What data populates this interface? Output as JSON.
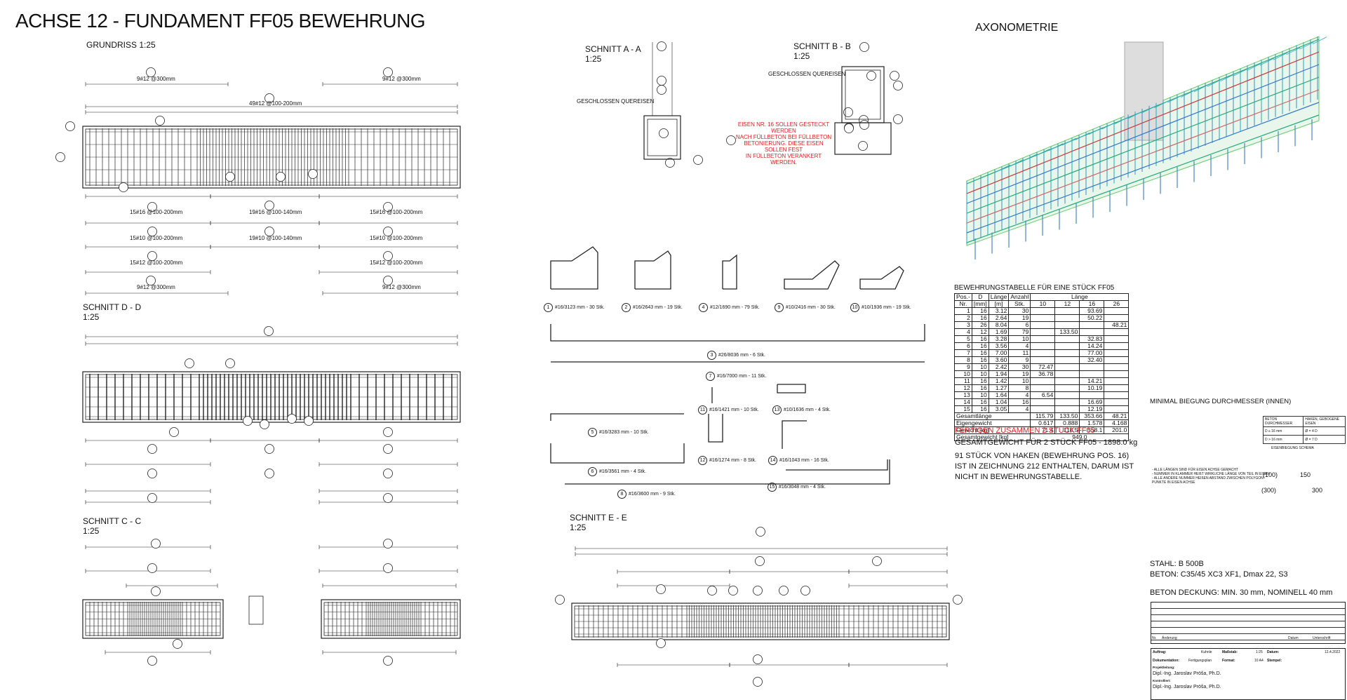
{
  "title": "ACHSE 12 - FUNDAMENT FF05 BEWEHRUNG",
  "views": {
    "grundriss": "GRUNDRISS  1:25",
    "schnitt_dd": "SCHNITT D - D",
    "schnitt_dd_scale": "1:25",
    "schnitt_cc": "SCHNITT C - C",
    "schnitt_cc_scale": "1:25",
    "schnitt_aa": "SCHNITT A - A",
    "schnitt_aa_scale": "1:25",
    "schnitt_bb": "SCHNITT B - B",
    "schnitt_bb_scale": "1:25",
    "schnitt_ee": "SCHNITT E - E",
    "schnitt_ee_scale": "1:25",
    "axonometrie": "AXONOMETRIE"
  },
  "annotations": {
    "geschlossen_a": "GESCHLOSSEN QUEREISEN",
    "geschlossen_b": "GESCHLOSSEN QUEREISEN",
    "note_red": [
      "EISEN NR. 16 SOLLEN GESTECKT WERDEN",
      "NACH FÜLLBETON BEI FÜLLBETON",
      "BETONIERUNG. DIESE EISEN SOLLEN FEST",
      "IN FÜLLBETON VERANKERT WERDEN."
    ],
    "rebar_grundriss": [
      "9#12 @300mm",
      "49#12 @100-200mm",
      "15#16 @100-200mm",
      "19#16 @100-140mm",
      "15#10 @100-200mm",
      "19#10 @100-140mm",
      "15#12 @100-200mm"
    ]
  },
  "bending": [
    {
      "pos": "1",
      "text": "#16/3123 mm - 30 Stk."
    },
    {
      "pos": "2",
      "text": "#16/2643 mm - 19 Stk."
    },
    {
      "pos": "4",
      "text": "#12/1690 mm - 79 Stk."
    },
    {
      "pos": "9",
      "text": "#10/2416 mm - 30 Stk."
    },
    {
      "pos": "10",
      "text": "#10/1936 mm - 19 Stk."
    },
    {
      "pos": "3",
      "text": "#26/8036 mm - 6 Stk."
    },
    {
      "pos": "7",
      "text": "#16/7000 mm - 11 Stk."
    },
    {
      "pos": "11",
      "text": "#16/1421 mm - 10 Stk."
    },
    {
      "pos": "13",
      "text": "#10/1636 mm - 4 Stk."
    },
    {
      "pos": "5",
      "text": "#16/3283 mm - 10 Stk."
    },
    {
      "pos": "12",
      "text": "#16/1274 mm - 8 Stk."
    },
    {
      "pos": "14",
      "text": "#16/1043 mm - 16 Stk."
    },
    {
      "pos": "6",
      "text": "#16/3561 mm - 4 Stk."
    },
    {
      "pos": "15",
      "text": "#16/3048 mm - 4 Stk."
    },
    {
      "pos": "8",
      "text": "#16/3600 mm - 9 Stk."
    }
  ],
  "rebar_table": {
    "title": "BEWEHRUNGSTABELLE FÜR EINE STÜCK FF05",
    "head1": [
      "Pos.-",
      "D",
      "Länge",
      "Anzahl",
      "Länge"
    ],
    "head2": [
      "Nr.",
      "[mm]",
      "[m]",
      "Stk.",
      "10",
      "12",
      "16",
      "26"
    ],
    "rows": [
      [
        "1",
        "16",
        "3.12",
        "30",
        "",
        "",
        "93.69",
        ""
      ],
      [
        "2",
        "16",
        "2.64",
        "19",
        "",
        "",
        "50.22",
        ""
      ],
      [
        "3",
        "26",
        "8.04",
        "6",
        "",
        "",
        "",
        "48.21"
      ],
      [
        "4",
        "12",
        "1.69",
        "79",
        "",
        "133.50",
        "",
        ""
      ],
      [
        "5",
        "16",
        "3.28",
        "10",
        "",
        "",
        "32.83",
        ""
      ],
      [
        "6",
        "16",
        "3.56",
        "4",
        "",
        "",
        "14.24",
        ""
      ],
      [
        "7",
        "16",
        "7.00",
        "11",
        "",
        "",
        "77.00",
        ""
      ],
      [
        "8",
        "16",
        "3.60",
        "9",
        "",
        "",
        "32.40",
        ""
      ],
      [
        "9",
        "10",
        "2.42",
        "30",
        "72.47",
        "",
        "",
        ""
      ],
      [
        "10",
        "10",
        "1.94",
        "19",
        "36.78",
        "",
        "",
        ""
      ],
      [
        "11",
        "16",
        "1.42",
        "10",
        "",
        "",
        "14.21",
        ""
      ],
      [
        "12",
        "16",
        "1.27",
        "8",
        "",
        "",
        "10.19",
        ""
      ],
      [
        "13",
        "10",
        "1.64",
        "4",
        "6.54",
        "",
        "",
        ""
      ],
      [
        "14",
        "16",
        "1.04",
        "16",
        "",
        "",
        "16.69",
        ""
      ],
      [
        "15",
        "16",
        "3.05",
        "4",
        "",
        "",
        "12.19",
        ""
      ]
    ],
    "gesamtlaenge": [
      "Gesamtlänge",
      "115.79",
      "133.50",
      "353.66",
      "48.21"
    ],
    "eigengewicht": [
      "Eigengewicht",
      "0.617",
      "0.888",
      "1.578",
      "4.168"
    ],
    "gewicht": [
      "Gewicht    [kg]",
      "71.4",
      "118.5",
      "558.1",
      "201.0"
    ],
    "gesamtgewicht": [
      "Gesamtgewicht  [kg]",
      "949.0"
    ]
  },
  "fertigung": {
    "red": "FERTIGEN ZUSAMMEN 2 STÜCK FF05",
    "line1": "GESAMTGEWICHT FÜR 2 STÜCK FF05 - 1898.0 kg",
    "line2": "91 STÜCK VON HAKEN (BEWEHRUNG POS. 16)",
    "line3": "IST IN ZEICHNUNG 212 ENTHALTEN, DARUM IST",
    "line4": "NICHT IN BEWEHRUNGSTABELLE."
  },
  "biegung": {
    "title": "MINIMAL BIEGUNG DURCHMESSER (INNEN)",
    "h1": "BETON DURCHMESSER",
    "h2": "HAKEN, GEBOGENE EISEN",
    "r1a": "D ≤ 16 mm",
    "r1b": "Ø = 4 D",
    "r2a": "D > 16 mm",
    "r2b": "Ø = 7 D",
    "schema": "EISENBIEGUNG SCHEMA",
    "notes": [
      "- ALLE LÄNGEN SIND FÜR EISEN ACHSE GEMACHT",
      "- NUMMER IN KLAMMER HEIßT WIRKLICHE LÄNGE VON TEIL IN EISEN",
      "- ALLE ANDERE NUMMER HEIßEN ABSTAND ZWISCHEN POLYGON PUNKTE IN EISEN ACHSE"
    ],
    "dims": [
      "(100)",
      "150",
      "(300)",
      "300"
    ]
  },
  "material": {
    "stahl": "STAHL: B 500B",
    "beton": "BETON: C35/45 XC3 XF1, Dmax 22, S3",
    "deckung": "BETON DECKUNG: MIN. 30 mm, NOMINELL 40 mm"
  },
  "titleblock": {
    "nr": "Nr.",
    "aenderung": "Änderung",
    "datum": "Datum",
    "unterschrift": "Unterschrift",
    "auftrag": "Auftrag:",
    "auftrag_v": "Kuhnle",
    "massstab": "Maßstab:",
    "massstab_v": "1:25",
    "datum_l": "Datum:",
    "datum_v": "12.4.2022",
    "dok": "Dokumentation:",
    "dok_v": "Fertigungsplan",
    "format": "Format:",
    "format_v": "10 A4",
    "stempel": "Stempel:",
    "projekt": "Projektleitung:",
    "name1": "Dipl.-Ing. Jaroslav Pröša, Ph.D.",
    "kontrolliert": "Kontrolliert:",
    "name2": "Dipl.-Ing. Jaroslav Pröša, Ph.D."
  }
}
